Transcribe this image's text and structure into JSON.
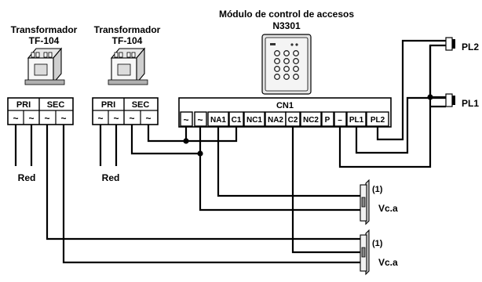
{
  "transformer_1": {
    "title_line1": "Transformador",
    "title_line2": "TF-104",
    "pri_label": "PRI",
    "sec_label": "SEC",
    "terminals": [
      "~",
      "~",
      "~",
      "~"
    ],
    "supply_label": "Red"
  },
  "transformer_2": {
    "title_line1": "Transformador",
    "title_line2": "TF-104",
    "pri_label": "PRI",
    "sec_label": "SEC",
    "terminals": [
      "~",
      "~",
      "~",
      "~"
    ],
    "supply_label": "Red"
  },
  "module": {
    "title_line1": "Módulo de control de accesos",
    "title_line2": "N3301"
  },
  "connector": {
    "name": "CN1",
    "terminals": [
      "~",
      "~",
      "NA1",
      "C1",
      "NC1",
      "NA2",
      "C2",
      "NC2",
      "P",
      "–",
      "PL1",
      "PL2"
    ]
  },
  "pushbuttons": [
    {
      "label": "PL2"
    },
    {
      "label": "PL1"
    }
  ],
  "locks": [
    {
      "note": "(1)",
      "supply": "Vc.a"
    },
    {
      "note": "(1)",
      "supply": "Vc.a"
    }
  ]
}
